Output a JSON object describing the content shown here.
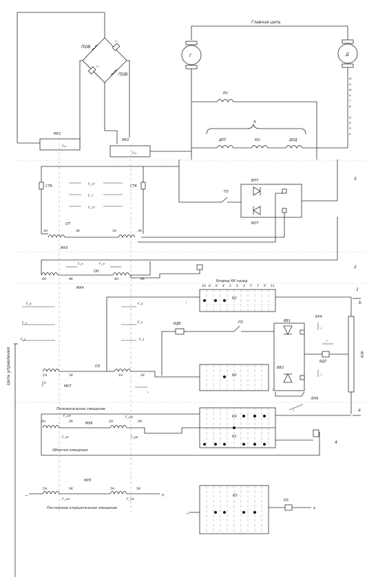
{
  "top": {
    "main_circuit": "Главная цепь",
    "generator": "Г",
    "motor": "Д",
    "lift_label": [
      "Н",
      "а",
      "м",
      "о",
      "т",
      "р",
      "",
      "ц",
      "е",
      "п",
      "ь"
    ],
    "pov_left": "ПОВ",
    "pov_right": "ПОВ",
    "r1": "r₁",
    "r2": "r₂"
  },
  "amps": {
    "mu1": "МУ1",
    "mu2": "МУ2",
    "fu1": "F₀₁",
    "fu2": "F₀₂",
    "mu3": "МУ3",
    "mu4": "МУ4",
    "mu5": "МУ5",
    "mu6": "МУ6",
    "mu7": "МУ7"
  },
  "windings": {
    "ro": "РО",
    "ya": "Я",
    "dpg": "ДПГ",
    "ko": "КО",
    "dpd": "ДПД",
    "vpt": "ВПТ",
    "vot": "ВОТ",
    "p3_top": "П3",
    "stk_left": "СТК",
    "stk_right": "СТК",
    "ot": "ОТ",
    "oh": "ОН",
    "oz": "ОЗ",
    "fst": "F_ст",
    "ft": "F_т",
    "fn": "F_н",
    "fo": "F_о",
    "fs": "F_с",
    "fz": "F_з",
    "fsm": "F_см",
    "fos": "F_ос",
    "fcm": "F_см",
    "fpo": "F_ро",
    "i_label": "I₂",
    "i_small": "i",
    "t_3n": "3Н",
    "t_3k": "3К",
    "t_4n": "4Н",
    "t_4k": "4К",
    "t_1n": "1Н",
    "t_1k": "1К",
    "t_2n": "2Н",
    "t_2k": "2К",
    "t_5n": "5Н",
    "t_5k": "5К",
    "rd8": "RД8",
    "p3_mid": "П3",
    "vv1": "ВВ1",
    "vv2": "ВВ2",
    "ku4": "КУ4",
    "rd7": "RД7",
    "rzu": "RЗУ",
    "rn5": "RН5",
    "p3_bot": "П3"
  },
  "controller": {
    "header": "Вперед КК назад",
    "positions": [
      "10",
      "8",
      "6",
      "4",
      "2",
      "0",
      "3",
      "5",
      "7",
      "9",
      "11"
    ],
    "k2_top": "К2",
    "k2_mid": "К2",
    "k4": "К4",
    "k1": "К1",
    "k5": "К5"
  },
  "labels": {
    "pos_bias": "Положительное смещение",
    "bias_coils": "Обмотки смещения",
    "neg_bias": "Постоянное отрицательное смещение",
    "control_circuit": "Цепь управления",
    "n1": "1",
    "n2": "2",
    "n3": "3",
    "n4": "4",
    "b_label": "b",
    "a_label": "а",
    "minus": "−",
    "plus": "+"
  }
}
